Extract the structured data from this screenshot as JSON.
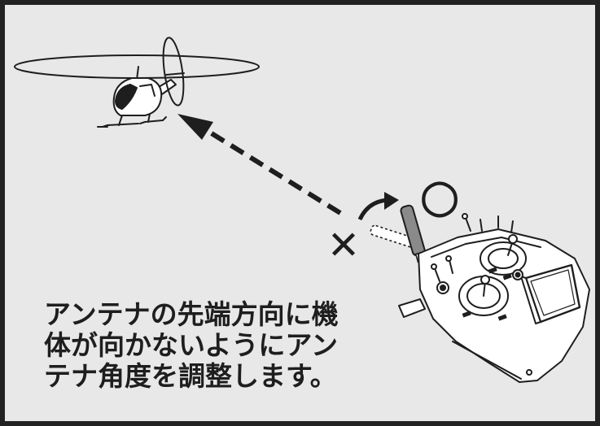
{
  "caption": {
    "lines": [
      "アンテナの先端方向に機",
      "体が向かないようにアン",
      "テナ角度を調整します。"
    ]
  },
  "marks": {
    "wrong": "✕",
    "correct": "○"
  },
  "colors": {
    "background": "#e8e8e8",
    "frame": "#222222",
    "ink": "#1e1e1e",
    "body_fill": "#ffffff",
    "antenna": "#8a8a8a"
  }
}
